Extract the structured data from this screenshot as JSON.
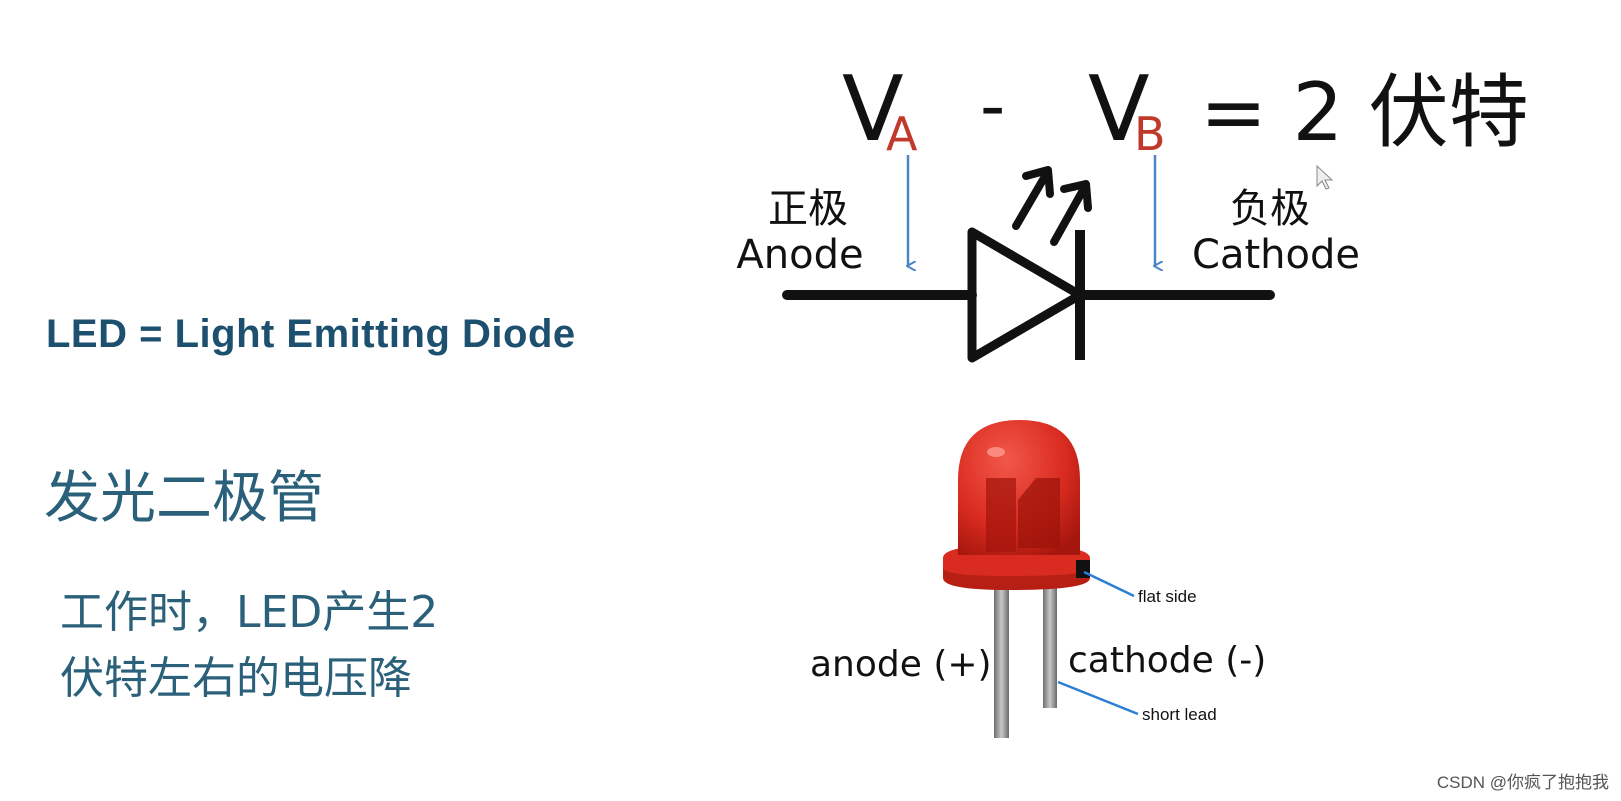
{
  "left_panel": {
    "led_title": "LED = Light Emitting Diode",
    "cn_title": "发光二极管",
    "desc_line1": "工作时，LED产生2",
    "desc_line2": "伏特左右的电压降"
  },
  "equation": {
    "v_a": "V",
    "sub_a": "A",
    "minus": "-",
    "v_b": "V",
    "sub_b": "B",
    "rhs": "= 2 伏特"
  },
  "symbol": {
    "anode_cn": "正极",
    "anode_en": "Anode",
    "cathode_cn": "负极",
    "cathode_en": "Cathode"
  },
  "led_photo": {
    "anode_label": "anode (+)",
    "cathode_label": "cathode (-)",
    "flat_side_label": "flat side",
    "short_lead_label": "short lead"
  },
  "watermark": "CSDN @你疯了抱抱我",
  "colors": {
    "title_blue": "#1d4f6e",
    "text_teal": "#2a6079",
    "subscript_red": "#c0392b",
    "arrow_blue": "#4a86c5",
    "led_red": "#d92b1f"
  }
}
